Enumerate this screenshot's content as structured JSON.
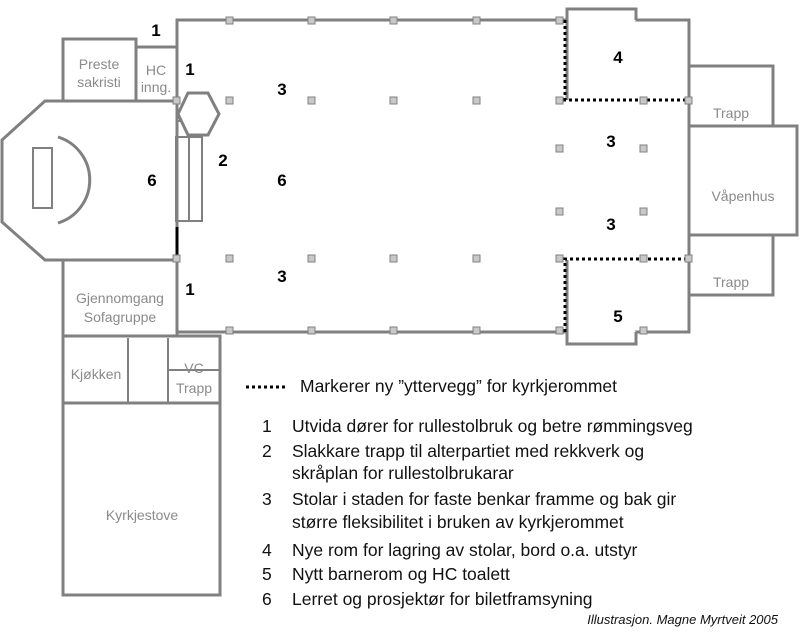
{
  "rooms": {
    "preste_line1": "Preste",
    "preste_line2": "sakristi",
    "hc_line1": "HC",
    "hc_line2": "inng.",
    "trapp_top": "Trapp",
    "vapenhus": "Våpenhus",
    "trapp_bottom": "Trapp",
    "gjennomgang_line1": "Gjennomgang",
    "gjennomgang_line2": "Sofagruppe",
    "kjokken": "Kjøkken",
    "wc": "VC",
    "trapp_small": "Trapp",
    "kyrkjestove": "Kyrkjestove"
  },
  "markers": {
    "m1_top": "1",
    "m1_hc": "1",
    "m1_bottom": "1",
    "m2": "2",
    "m3_upper": "3",
    "m3_lower": "3",
    "m3_right_upper": "3",
    "m3_right_lower": "3",
    "m4": "4",
    "m5": "5",
    "m6_left": "6",
    "m6_center": "6"
  },
  "legend": {
    "dotted_text": "Markerer ny ”yttervegg” for kyrkjerommet",
    "items": [
      {
        "num": "1",
        "lines": [
          "Utvida dører for rullestolbruk og betre rømmingsveg"
        ]
      },
      {
        "num": "2",
        "lines": [
          "Slakkare trapp til alterpartiet med rekkverk og",
          "skråplan for rullestolbrukarar"
        ]
      },
      {
        "num": "3",
        "lines": [
          "Stolar i staden for faste benkar framme og bak gir",
          "større fleksibilitet i bruken av kyrkjerommet"
        ]
      },
      {
        "num": "4",
        "lines": [
          "Nye rom for lagring av stolar, bord o.a. utstyr"
        ]
      },
      {
        "num": "5",
        "lines": [
          "Nytt barnerom og HC toalett"
        ]
      },
      {
        "num": "6",
        "lines": [
          "Lerret og prosjektør for biletframsyning"
        ]
      }
    ]
  },
  "credit": "Illustrasjon. Magne Myrtveit 2005"
}
